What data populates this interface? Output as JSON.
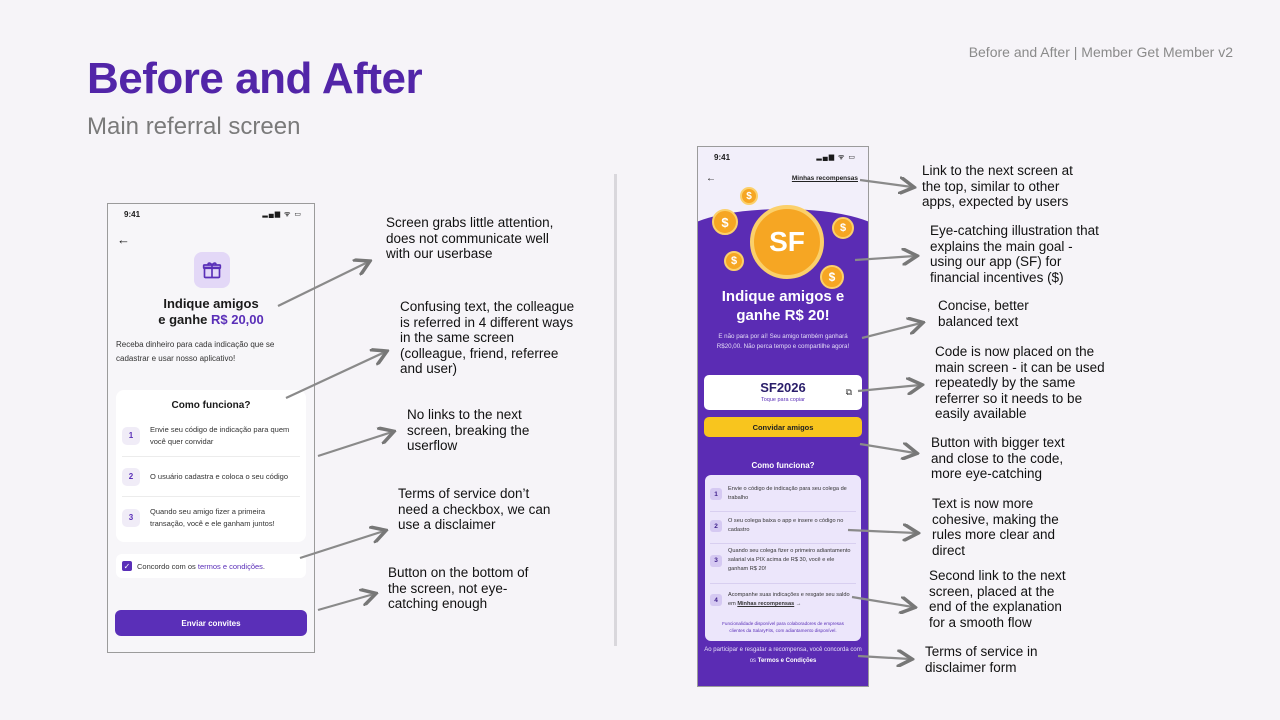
{
  "header": {
    "title": "Before and After",
    "subtitle": "Main referral screen",
    "meta": "Before and After | Member Get Member v2"
  },
  "before": {
    "time": "9:41",
    "status_icons": "▂▄▆ ᯤ ▭",
    "title_line1": "Indique amigos",
    "title_line2_prefix": "e ganhe ",
    "title_amount": "R$ 20,00",
    "description": "Receba dinheiro para cada indicação que se cadastrar e usar nosso aplicativo!",
    "how_title": "Como funciona?",
    "steps": [
      {
        "num": "1",
        "text": "Envie seu código de indicação para quem você quer convidar"
      },
      {
        "num": "2",
        "text": "O usuário cadastra e coloca o seu código"
      },
      {
        "num": "3",
        "text": "Quando seu amigo fizer a primeira transação, você e ele ganham juntos!"
      }
    ],
    "checkbox_prefix": "Concordo com os ",
    "checkbox_link": "termos e condições",
    "checkbox_suffix": ".",
    "button_label": "Enviar convites"
  },
  "after": {
    "time": "9:41",
    "status_icons": "▂▄▆ ᯤ ▭",
    "top_link": "Minhas recompensas",
    "coin_big": "SF",
    "coin_small": "$",
    "title_line1": "Indique amigos e",
    "title_line2": "ganhe R$ 20!",
    "description": "E não para por aí! Seu amigo também ganhará R$20,00. Não perca tempo e compartilhe agora!",
    "code": "SF2026",
    "code_hint": "Toque para copiar",
    "copy_icon": "⧉",
    "button_label": "Convidar amigos",
    "how_title": "Como funciona?",
    "steps": [
      {
        "num": "1",
        "text": "Envie o código de indicação para seu colega de trabalho"
      },
      {
        "num": "2",
        "text": "O seu colega baixa o app e insere o código no cadastro"
      },
      {
        "num": "3",
        "text": "Quando seu colega fizer o primeiro adiantamento salarial via PIX acima de R$ 30, você e ele ganham R$ 20!"
      },
      {
        "num": "4",
        "text_prefix": "Acompanhe suas indicações e resgate seu saldo em ",
        "link": "Minhas recompensas",
        "arrow": "→"
      }
    ],
    "note": "Funcionalidade disponível para colaboradores de empresas clientes da SalaryFits, com adiantamento disponível.",
    "footer_prefix": "Ao participar e resgatar a recompensa, você concorda com os ",
    "footer_link": "Termos e Condições"
  },
  "annotations": [
    "Screen grabs little attention, does not communicate well with our userbase",
    "Confusing text, the colleague is referred in 4 different ways in the same screen (colleague, friend, referree and user)",
    "No links to the next screen, breaking the userflow",
    "Terms of service don’t need a checkbox, we can use a disclaimer",
    "Button on the bottom of the screen, not eye-catching enough",
    "Link to the next screen at the top, similar to other apps, expected by users",
    "Eye-catching illustration that explains the main goal - using our app (SF) for financial incentives ($)",
    "Concise, better balanced text",
    "Code is now placed on the main screen - it can be used repeatedly by the same referrer so it needs to be easily available",
    "Button with bigger text and close to the code, more eye-catching",
    "Text is now more cohesive, making the rules more clear and direct",
    "Second link to the next screen, placed at the end of the explanation for a smooth flow",
    "Terms of service in disclaimer form"
  ],
  "colors": {
    "brand_purple": "#5225a8",
    "accent_yellow": "#f8c51e",
    "coin_orange": "#f6a623"
  }
}
